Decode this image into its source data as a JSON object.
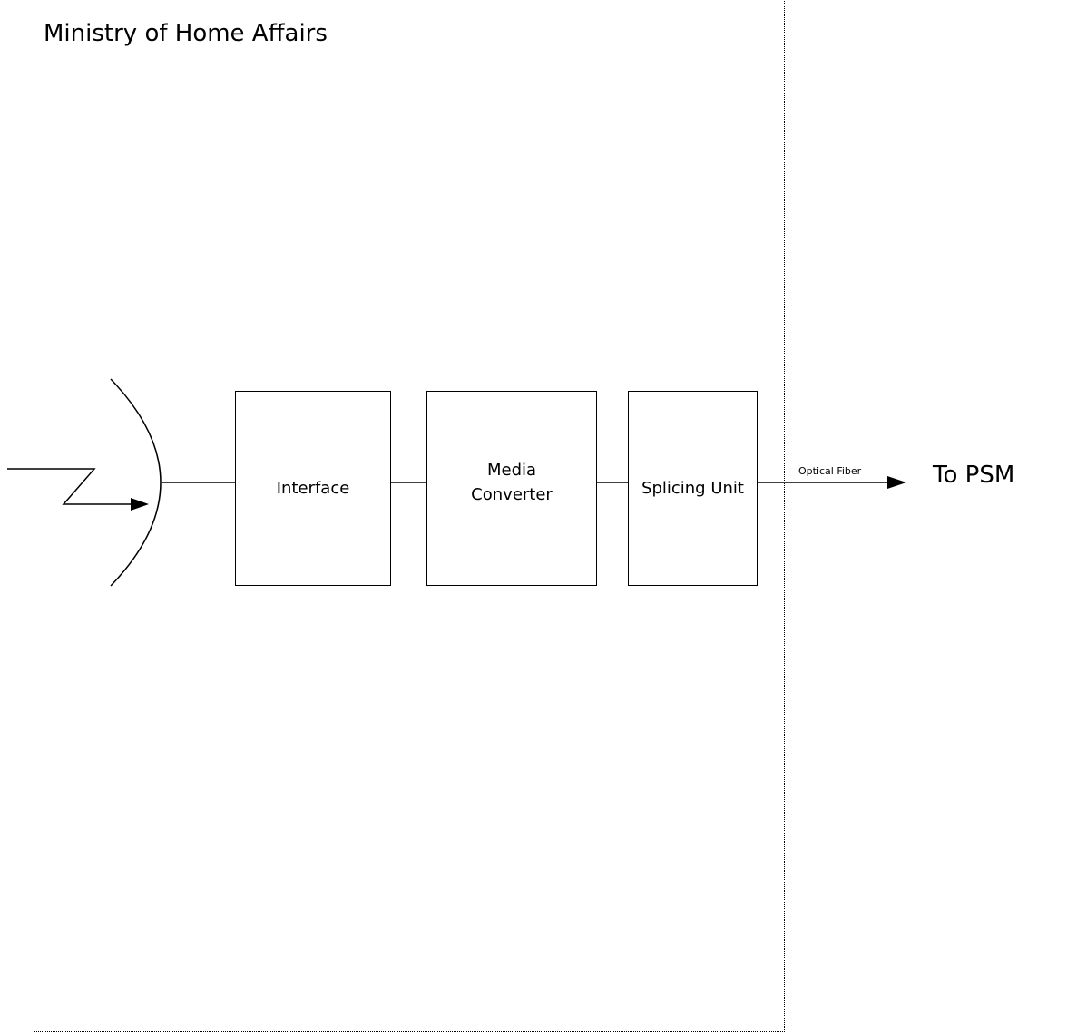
{
  "frame": {
    "title": "Ministry of Home Affairs"
  },
  "blocks": {
    "interface": "Interface",
    "media_converter": [
      "Media",
      "Converter"
    ],
    "splicing_unit": "Splicing Unit"
  },
  "link": {
    "label": "Optical Fiber"
  },
  "destination": {
    "label": "To PSM"
  }
}
